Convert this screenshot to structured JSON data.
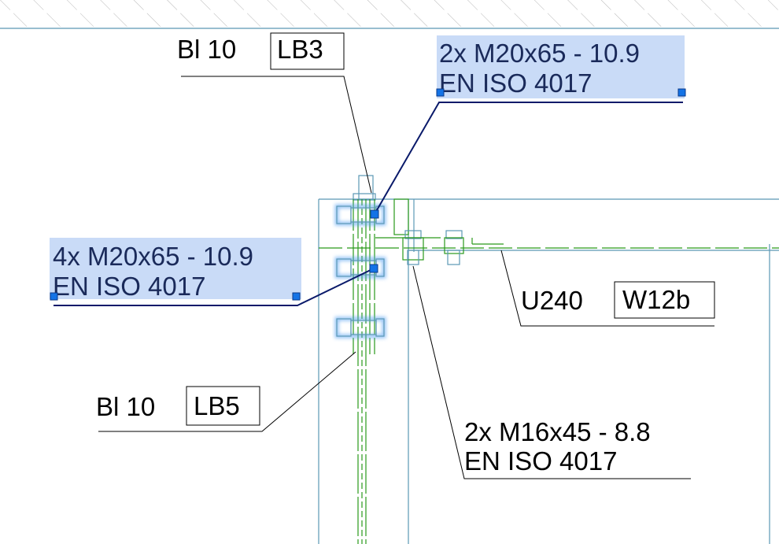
{
  "drawing": {
    "labels": {
      "plate_top": {
        "text": "Bl 10",
        "tag": "LB3"
      },
      "plate_bottom": {
        "text": "Bl 10",
        "tag": "LB5"
      },
      "bolt_top": {
        "line1": "2x M20x65 - 10.9",
        "line2": "EN ISO 4017",
        "selected": true
      },
      "bolt_left": {
        "line1": "4x M20x65 - 10.9",
        "line2": "EN ISO 4017",
        "selected": true
      },
      "bolt_small": {
        "line1": "2x M16x45 - 8.8",
        "line2": "EN ISO 4017",
        "selected": false
      },
      "profile": {
        "text": "U240",
        "tag": "W12b"
      }
    },
    "colors": {
      "selection_highlight": "#c9dbf7",
      "grip": "#1473e6",
      "outline": "#5b98b5",
      "hidden_lines": "#2a9a1a"
    }
  }
}
